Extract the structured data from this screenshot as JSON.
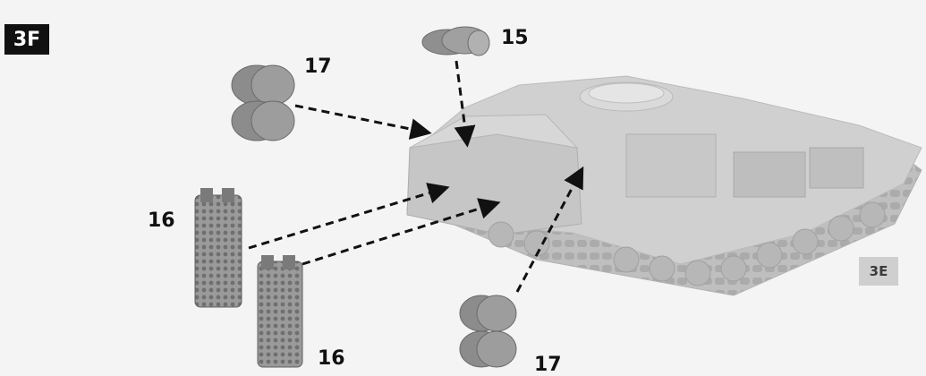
{
  "step": {
    "label": "3F"
  },
  "reference": {
    "label": "3E"
  },
  "parts": {
    "p15": {
      "number": "15",
      "kind": "barrel-pair"
    },
    "p17_top": {
      "number": "17",
      "kind": "barrel-stack"
    },
    "p16_left": {
      "number": "16",
      "kind": "track-section"
    },
    "p16_right": {
      "number": "16",
      "kind": "track-section"
    },
    "p17_bottom": {
      "number": "17",
      "kind": "barrel-stack"
    }
  },
  "colors": {
    "background": "#f4f4f4",
    "vehicle": "#c9c9c9",
    "part": "#8e8e8e",
    "arrow": "#111111"
  }
}
